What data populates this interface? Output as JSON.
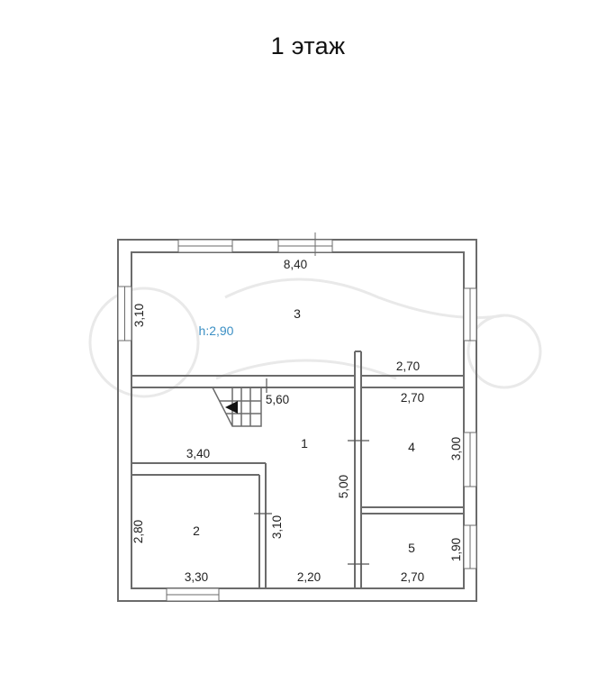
{
  "title": "1 этаж",
  "ceiling_height": "h:2,90",
  "rooms": [
    {
      "label": "3",
      "dims": [
        "8,40",
        "3,10",
        "2,70"
      ]
    },
    {
      "label": "1",
      "dims": [
        "5,60",
        "3,40",
        "5,00",
        "3,10",
        "2,20"
      ]
    },
    {
      "label": "4",
      "dims": [
        "2,70",
        "3,00"
      ]
    },
    {
      "label": "2",
      "dims": [
        "2,80",
        "3,30"
      ]
    },
    {
      "label": "5",
      "dims": [
        "1,90",
        "2,70"
      ]
    }
  ]
}
